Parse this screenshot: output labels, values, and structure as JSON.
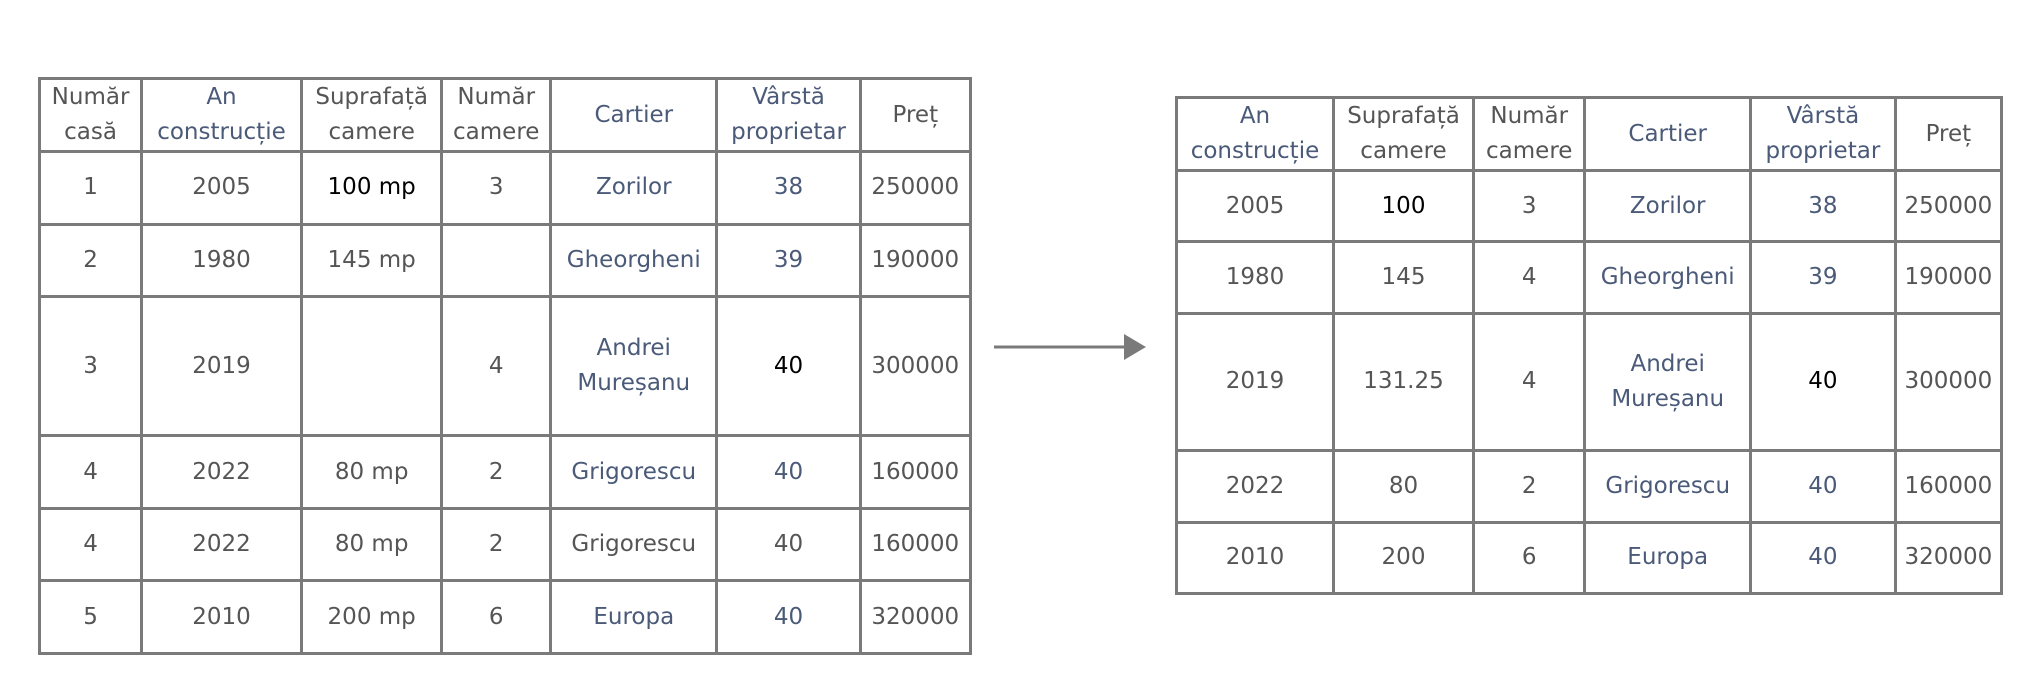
{
  "left_table": {
    "headers": [
      "Număr\ncasă",
      "An\nconstrucție",
      "Suprafață\ncamere",
      "Număr\ncamere",
      "Cartier",
      "Vârstă\nproprietar",
      "Preț"
    ],
    "rows": [
      [
        "1",
        "2005",
        "100 mp",
        "3",
        "Zorilor",
        "38",
        "250000"
      ],
      [
        "2",
        "1980",
        "145 mp",
        "",
        "Gheorgheni",
        "39",
        "190000"
      ],
      [
        "3",
        "2019",
        "",
        "4",
        "Andrei Mureșanu",
        "40",
        "300000"
      ],
      [
        "4",
        "2022",
        "80 mp",
        "2",
        "Grigorescu",
        "40",
        "160000"
      ],
      [
        "4",
        "2022",
        "80 mp",
        "2",
        "Grigorescu",
        "40",
        "160000"
      ],
      [
        "5",
        "2010",
        "200 mp",
        "6",
        "Europa",
        "40",
        "320000"
      ]
    ]
  },
  "right_table": {
    "headers": [
      "An\nconstrucție",
      "Suprafață\ncamere",
      "Număr\ncamere",
      "Cartier",
      "Vârstă\nproprietar",
      "Preț"
    ],
    "rows": [
      [
        "2005",
        "100",
        "3",
        "Zorilor",
        "38",
        "250000"
      ],
      [
        "1980",
        "145",
        "4",
        "Gheorgheni",
        "39",
        "190000"
      ],
      [
        "2019",
        "131.25",
        "4",
        "Andrei Mureșanu",
        "40",
        "300000"
      ],
      [
        "2022",
        "80",
        "2",
        "Grigorescu",
        "40",
        "160000"
      ],
      [
        "2010",
        "200",
        "6",
        "Europa",
        "40",
        "320000"
      ]
    ]
  },
  "colors": {
    "border": "#7a7a7a",
    "text": "#555555",
    "blue_text": "#4a5a78",
    "highlight_text": "#000000"
  }
}
